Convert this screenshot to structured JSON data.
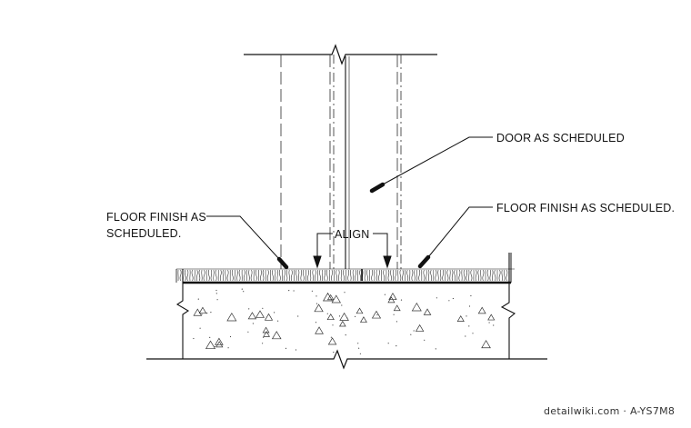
{
  "labels": {
    "door": "DOOR AS SCHEDULED",
    "floor_left_line1": "FLOOR FINISH AS",
    "floor_left_line2": "SCHEDULED.",
    "floor_right": "FLOOR FINISH AS SCHEDULED.",
    "align": "ALIGN"
  },
  "watermark": "detailwiki.com · A-YS7M8",
  "colors": {
    "ink": "#111111",
    "background": "#ffffff"
  }
}
